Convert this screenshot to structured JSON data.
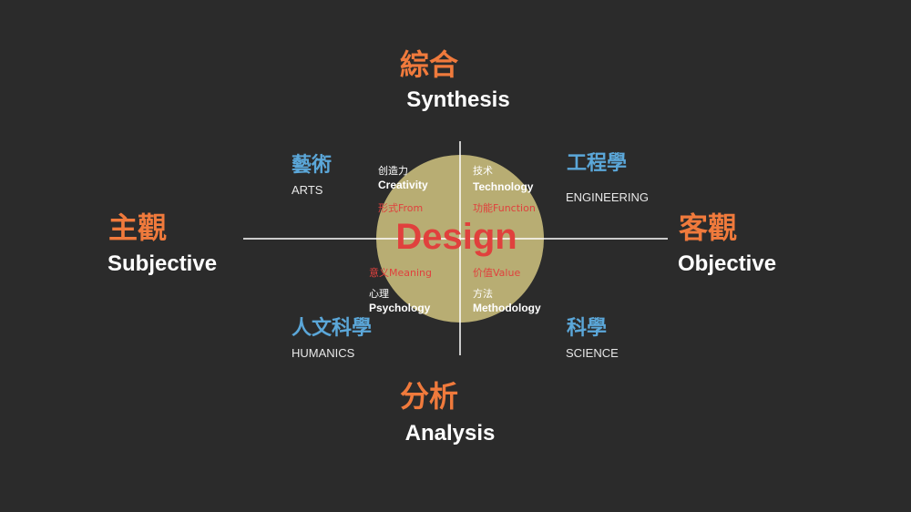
{
  "axes": {
    "top": {
      "cn": "綜合",
      "en": "Synthesis"
    },
    "bottom": {
      "cn": "分析",
      "en": "Analysis"
    },
    "left": {
      "cn": "主觀",
      "en": "Subjective"
    },
    "right": {
      "cn": "客觀",
      "en": "Objective"
    }
  },
  "quadrants": {
    "top_left": {
      "cn": "藝術",
      "en": "ARTS"
    },
    "top_right": {
      "cn": "工程學",
      "en": "ENGINEERING"
    },
    "bottom_left": {
      "cn": "人文科學",
      "en": "HUMANICS"
    },
    "bottom_right": {
      "cn": "科學",
      "en": "SCIENCE"
    }
  },
  "center": {
    "word": "Design",
    "circle_color": "#c4b97a",
    "top_left": {
      "cn": "创造力",
      "en": "Creativity",
      "red": "形式From"
    },
    "top_right": {
      "cn": "技术",
      "en": "Technology",
      "red": "功能Function"
    },
    "bottom_left": {
      "red": "意义Meaning",
      "cn": "心理",
      "en": "Psychology"
    },
    "bottom_right": {
      "red": "价值Value",
      "cn": "方法",
      "en": "Methodology"
    }
  },
  "colors": {
    "background": "#2b2b2b",
    "axis_label": "#f07a3c",
    "quadrant_label": "#5ba7d9",
    "highlight_red": "#e0413d"
  }
}
